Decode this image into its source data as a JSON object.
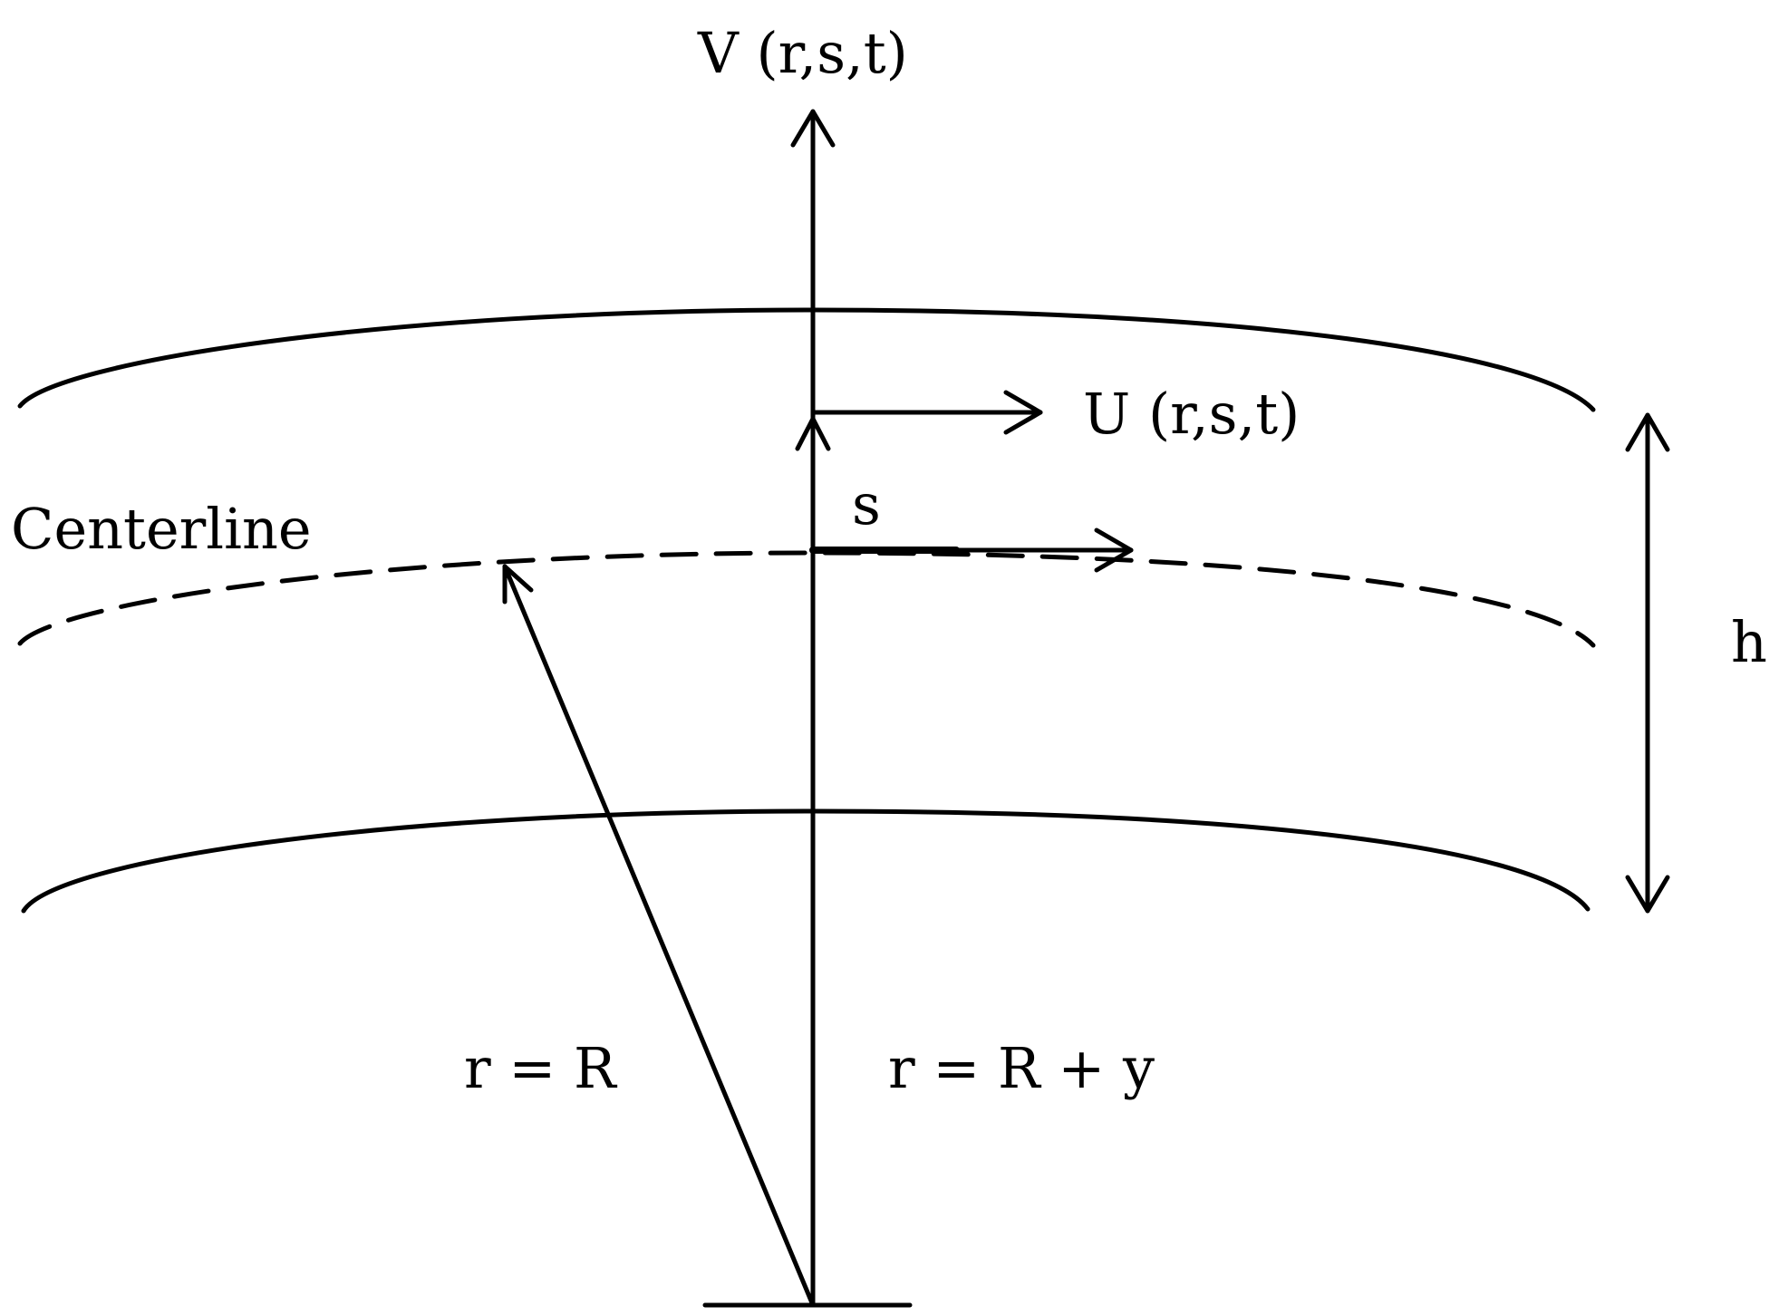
{
  "labels": {
    "v_velocity": "V (r,s,t)",
    "u_velocity": "U (r,s,t)",
    "arc_coordinate": "s",
    "centerline": "Centerline",
    "thickness": "h",
    "radius_centerline": "r = R",
    "radius_general": "r = R + y"
  },
  "colors": {
    "ink": "#000000",
    "background": "#ffffff"
  }
}
